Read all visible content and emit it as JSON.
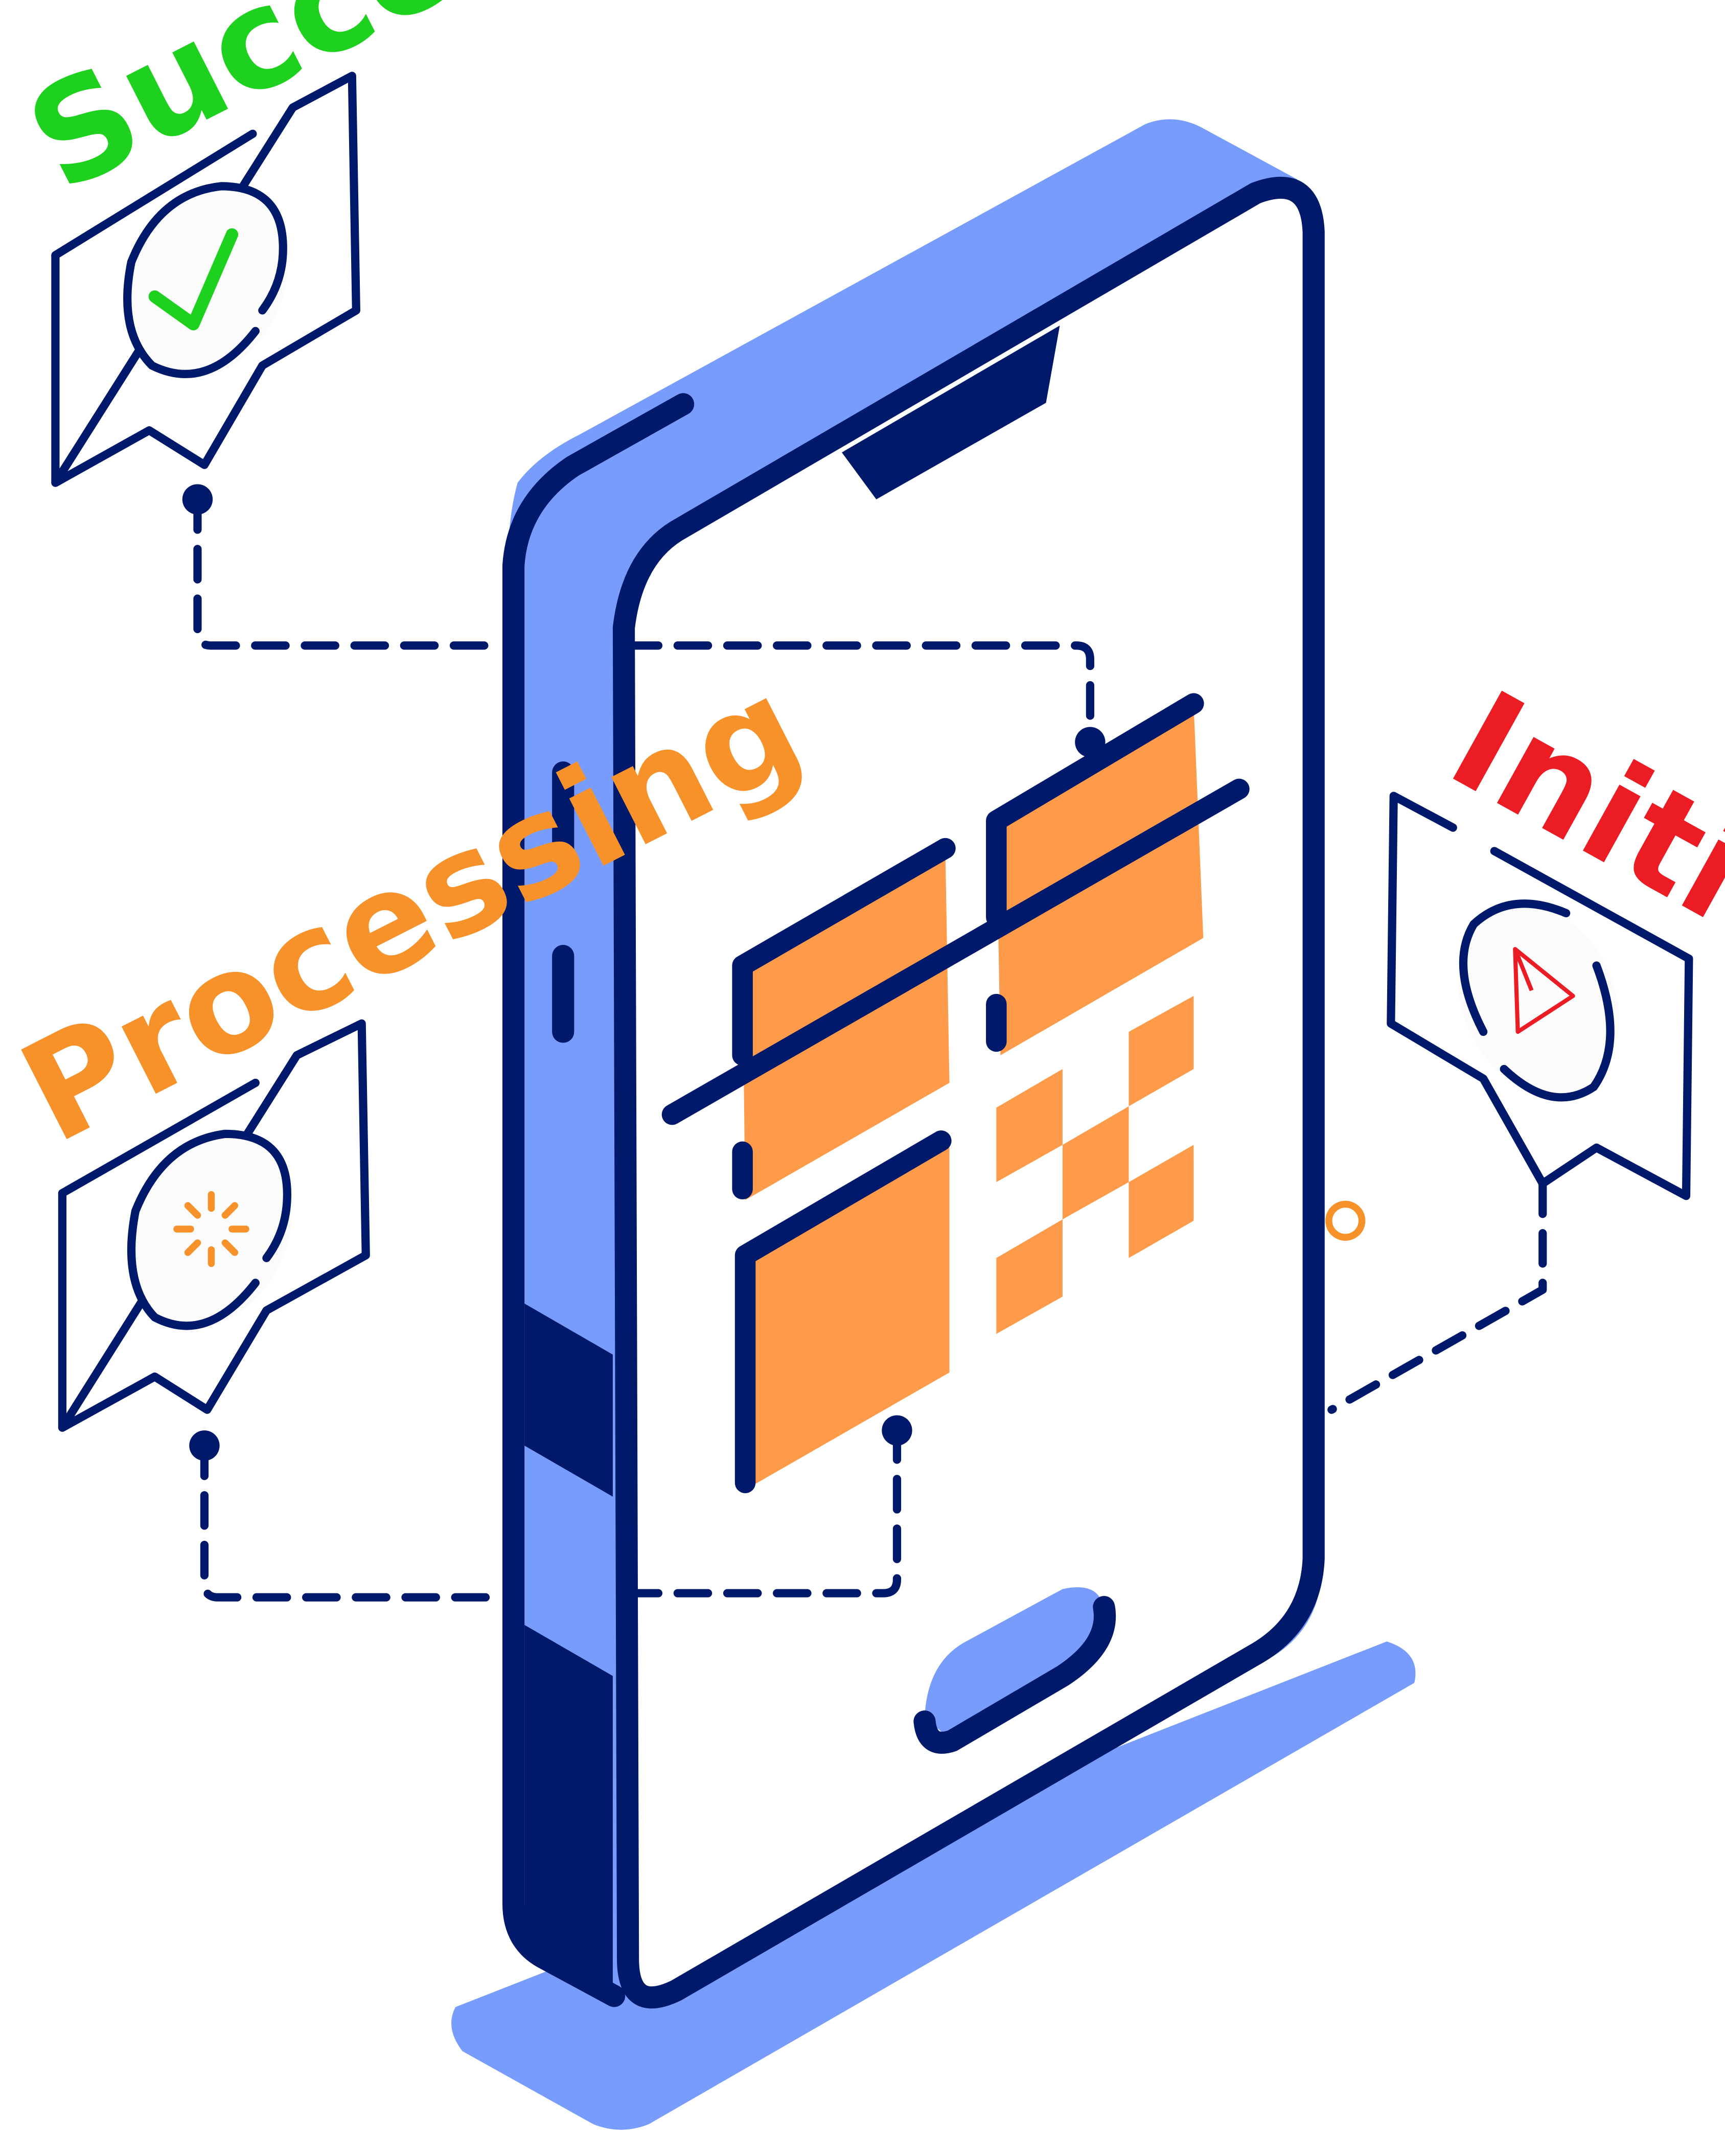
{
  "statuses": {
    "successful": {
      "label": "Successful",
      "color": "#1fd11f",
      "icon": "check-icon"
    },
    "processing": {
      "label": "Processing",
      "color": "#f7922b",
      "icon": "spinner-icon"
    },
    "initiated": {
      "label": "Initiated....",
      "color": "#ec1c24",
      "icon": "send-icon"
    }
  },
  "colors": {
    "navy": "#00196a",
    "phone_blue": "#789cfb",
    "qr_orange": "#fe9b4a",
    "bubble_fill": "#fbfbfb"
  }
}
